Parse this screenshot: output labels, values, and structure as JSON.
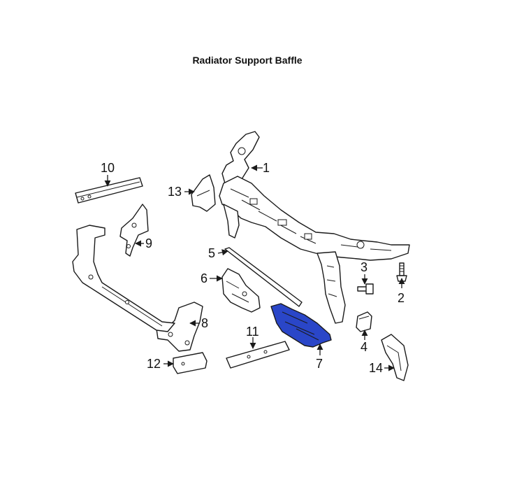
{
  "title": "Radiator Support Baffle",
  "highlight_color": "#2a46c8",
  "highlighted_part": "7",
  "callouts": [
    "1",
    "2",
    "3",
    "4",
    "5",
    "6",
    "7",
    "8",
    "9",
    "10",
    "11",
    "12",
    "13",
    "14"
  ]
}
